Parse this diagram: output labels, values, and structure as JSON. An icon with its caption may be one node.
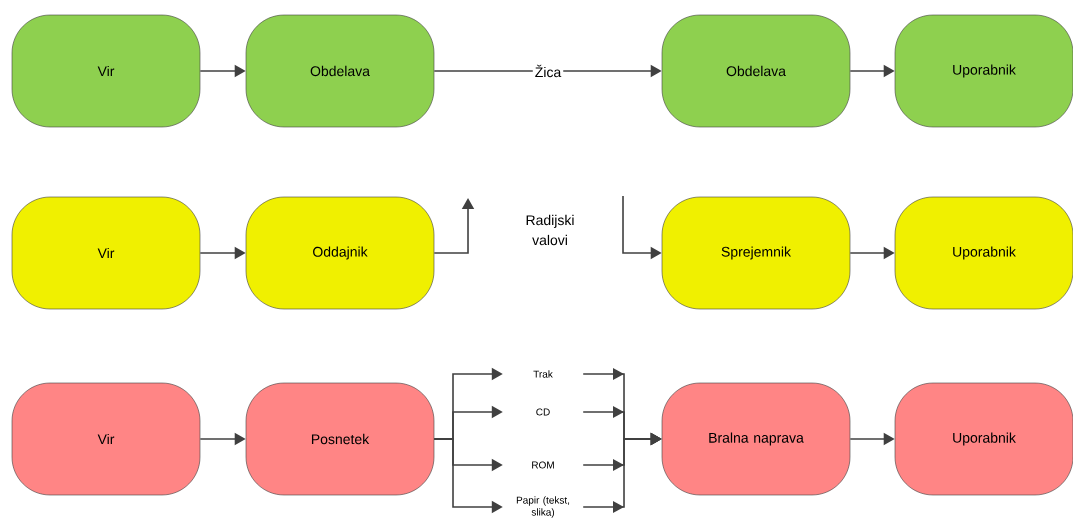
{
  "diagram": {
    "nodes": [
      {
        "text": [
          "Vir"
        ]
      },
      {
        "text": [
          "Obdelava"
        ]
      },
      {
        "text": [
          "Obdelava"
        ]
      },
      {
        "text": [
          "Uporabnik"
        ]
      },
      {
        "text": [
          "Vir"
        ]
      },
      {
        "text": [
          "Oddajnik"
        ]
      },
      {
        "text": [
          "Sprejemnik"
        ]
      },
      {
        "text": [
          "Uporabnik"
        ]
      },
      {
        "text": [
          "Vir"
        ]
      },
      {
        "text": [
          "Posnetek"
        ]
      },
      {
        "text": [
          "Trak"
        ]
      },
      {
        "text": [
          "CD"
        ]
      },
      {
        "text": [
          "ROM"
        ]
      },
      {
        "text": [
          "Papir (tekst, slika)"
        ]
      },
      {
        "text": [
          "Bralna naprava"
        ]
      },
      {
        "text": [
          "Uporabnik"
        ]
      }
    ],
    "edges": [
      {
        "from": 0,
        "to": 1,
        "arrow": "to"
      },
      {
        "from": 1,
        "to": 2,
        "arrow": "to",
        "label": "Žica"
      },
      {
        "from": 2,
        "to": 3,
        "arrow": "to"
      },
      {
        "from": 4,
        "to": 5,
        "arrow": "to"
      },
      {
        "from": 5,
        "to": null,
        "arrow": "to"
      },
      {
        "from": null,
        "to": 6,
        "arrow": "to"
      },
      {
        "from": 6,
        "to": 7,
        "arrow": "to"
      },
      {
        "from": 8,
        "to": 9,
        "arrow": "to"
      },
      {
        "from": 9,
        "to": 10,
        "arrow": "to"
      },
      {
        "from": 9,
        "to": 11,
        "arrow": "to"
      },
      {
        "from": 9,
        "to": 12,
        "arrow": "to"
      },
      {
        "from": 9,
        "to": 13,
        "arrow": "to"
      },
      {
        "from": 10,
        "to": 14,
        "arrow": "to"
      },
      {
        "from": 11,
        "to": 14,
        "arrow": "to"
      },
      {
        "from": 12,
        "to": 14,
        "arrow": "to"
      },
      {
        "from": 13,
        "to": 14,
        "arrow": "to"
      },
      {
        "from": 14,
        "to": 15,
        "arrow": "to"
      }
    ],
    "labels": [
      "Radijski valovi"
    ]
  }
}
